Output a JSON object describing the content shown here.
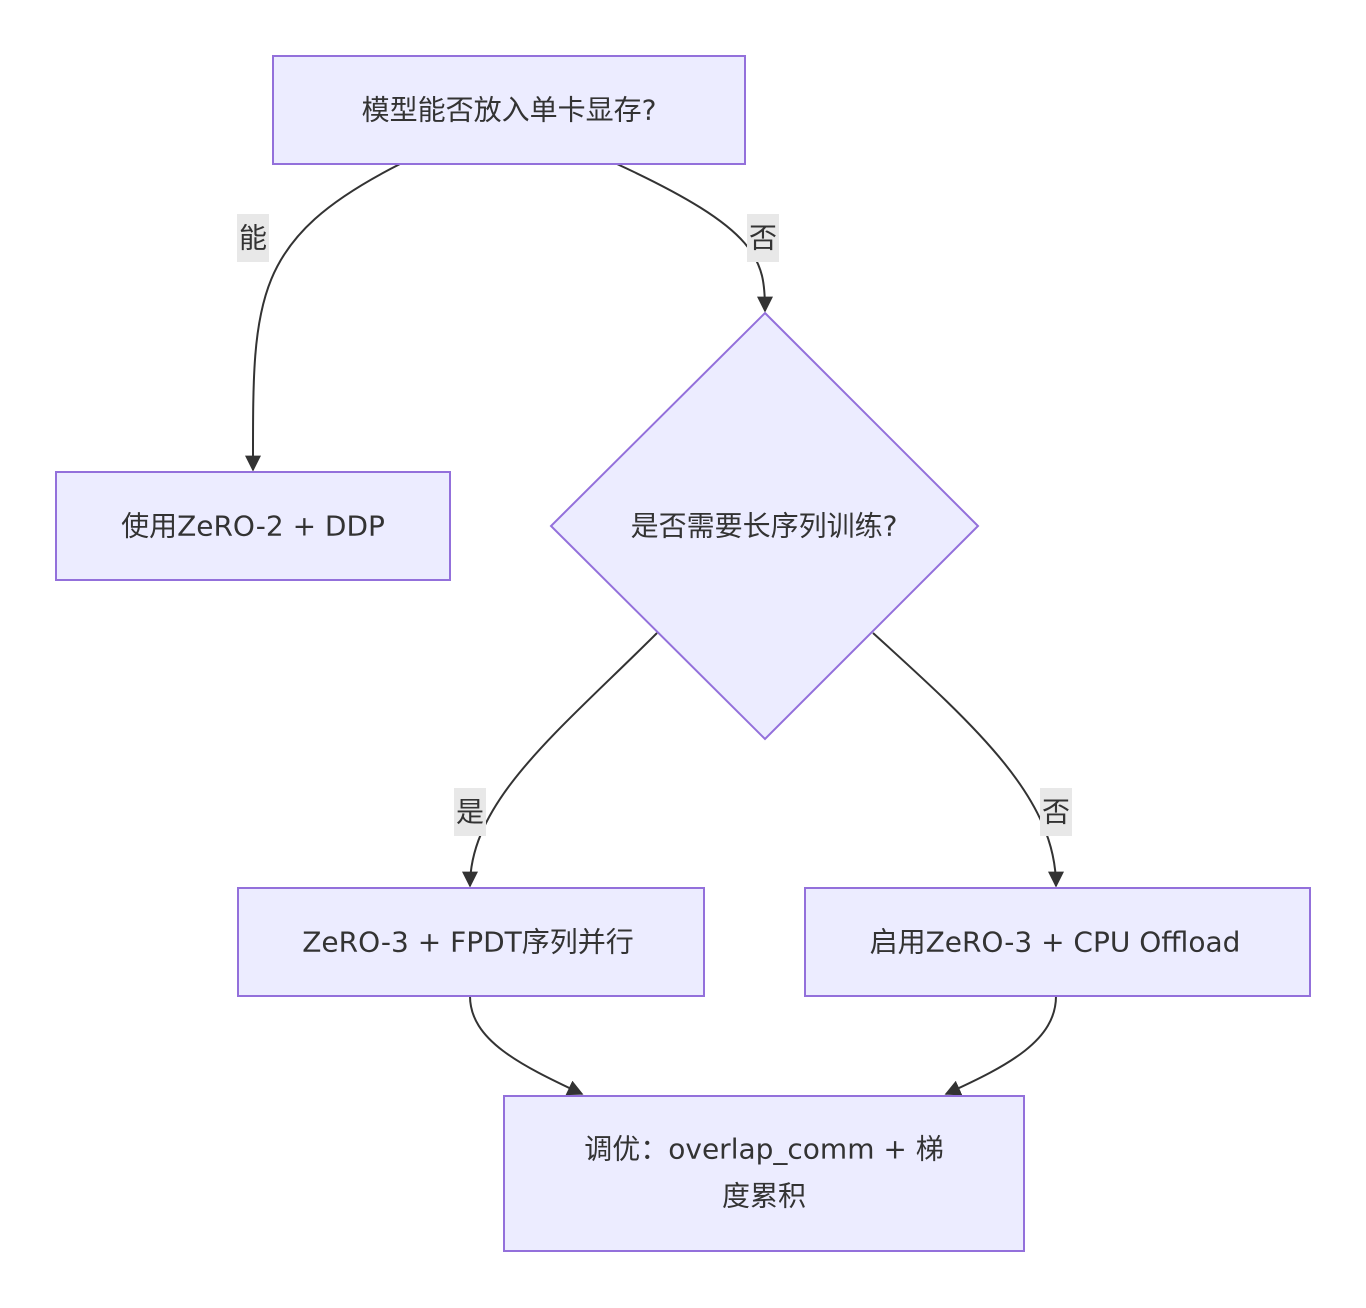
{
  "colors": {
    "node_fill": "#ececff",
    "node_stroke": "#9370db",
    "edge": "#333333",
    "edge_label_bg": "#e8e8e8"
  },
  "nodes": {
    "start": {
      "label": "模型能否放入单卡显存?"
    },
    "zero2": {
      "label": "使用ZeRO-2 + DDP"
    },
    "long_seq": {
      "label": "是否需要长序列训练?"
    },
    "zero3_fpdt": {
      "label": "ZeRO-3 + FPDT序列并行"
    },
    "zero3_offload": {
      "label": "启用ZeRO-3 + CPU Offload"
    },
    "tuning": {
      "label_line1": "调优：overlap_comm + 梯",
      "label_line2": "度累积"
    }
  },
  "edges": {
    "start_to_zero2": {
      "label": "能"
    },
    "start_to_long_seq": {
      "label": "否"
    },
    "long_seq_to_fpdt": {
      "label": "是"
    },
    "long_seq_to_offload": {
      "label": "否"
    }
  }
}
